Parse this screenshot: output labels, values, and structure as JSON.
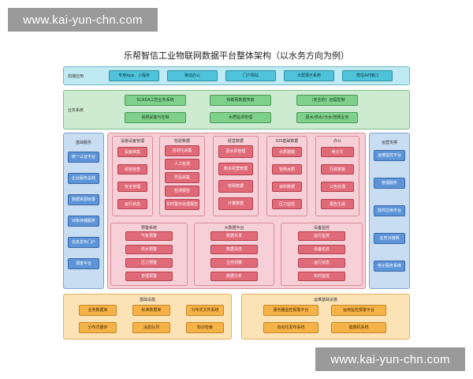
{
  "watermark": "www.kai-yun-chn.com",
  "title": "乐帮智信工业物联网数据平台整体架构（以水务方向为例）",
  "front": {
    "label": "前端应用",
    "items": [
      "专用App、小程序",
      "移动办公",
      "门户网站",
      "大屏展示系统",
      "微信API接口"
    ]
  },
  "business": {
    "label": "业务系统",
    "items": [
      "SCADA工控业务系统",
      "物联网数据传输",
      "（安全的）远程控制",
      "视频采集与控制",
      "水质监测管理",
      "厨水/供水/污水/管网业务"
    ]
  },
  "basic_service": {
    "label": "基础服务",
    "items": [
      "统一认证平台",
      "企业服务总线",
      "数据资源目录",
      "对象存储服务",
      "信息发布门户",
      "调度平台"
    ]
  },
  "equipment": {
    "label": "设施设备管理",
    "items": [
      "设备档案",
      "巡检检查",
      "安全管理",
      "运行状态"
    ]
  },
  "check": {
    "label": "检验数据",
    "items": [
      "自动化采集",
      "人工检测",
      "样品采集",
      "检测报告",
      "实时警示处理报告"
    ]
  },
  "operation": {
    "label": "经营数据",
    "items": [
      "原水供管理",
      "制水经营管理",
      "管网数据",
      "计量数据"
    ]
  },
  "gis": {
    "label": "GIS基础数据",
    "items": [
      "水质建模",
      "管网水质",
      "资料数据",
      "压力监控"
    ]
  },
  "office": {
    "label": "办公",
    "items": [
      "电子文",
      "行政审批",
      "公告处理",
      "报告生成"
    ]
  },
  "ops_support": {
    "label": "运营支撑",
    "items": [
      "运维监控平台",
      "管理服务",
      "软件应用平台",
      "业务对接网",
      "电子服务系统"
    ]
  },
  "alarm": {
    "label": "预警系统",
    "items": [
      "气象预警",
      "供水预警",
      "压力预警",
      "管理预警"
    ]
  },
  "bigdata": {
    "label": "大数据平台",
    "items": [
      "数据共享",
      "数据清洗",
      "业务洞察",
      "数据分析"
    ]
  },
  "device_monitor": {
    "label": "设备监控",
    "items": [
      "运行监控",
      "设备信息",
      "运行状态",
      "实时监控"
    ]
  },
  "infra": {
    "label": "基础设施",
    "items": [
      "业务数据库",
      "标准数据库",
      "分布式文件系统",
      "分布式缓存",
      "消息队列",
      "知识检索"
    ]
  },
  "ops_infra": {
    "label": "运维基础设施",
    "items": [
      "服务器监控报警平台",
      "运用监控报警平台",
      "自动化发布系统",
      "健康机系统"
    ]
  }
}
